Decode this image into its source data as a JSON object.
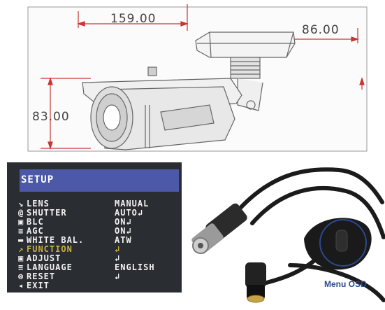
{
  "drawing": {
    "width_dim": "159.00",
    "depth_dim": "86.00",
    "height_dim": "83.00"
  },
  "osd": {
    "title": "SETUP",
    "rows": [
      {
        "icon": "↘",
        "label": "LENS",
        "value": "MANUAL"
      },
      {
        "icon": "@",
        "label": "SHUTTER",
        "value": "AUTO↲"
      },
      {
        "icon": "▣",
        "label": "BLC",
        "value": "ON↲"
      },
      {
        "icon": "≡",
        "label": "AGC",
        "value": "ON↲"
      },
      {
        "icon": "▬",
        "label": "WHITE BAL.",
        "value": "ATW"
      },
      {
        "icon": "↗",
        "label": "FUNCTION",
        "value": "↲"
      },
      {
        "icon": "▣",
        "label": "ADJUST",
        "value": "↲"
      },
      {
        "icon": "≡",
        "label": "LANGUAGE",
        "value": "ENGLISH"
      },
      {
        "icon": "⊗",
        "label": "RESET",
        "value": "↲"
      },
      {
        "icon": "◂",
        "label": "EXIT",
        "value": ""
      }
    ],
    "selected_index": 5
  },
  "cable": {
    "menu_label": "Menu OSD"
  },
  "colors": {
    "osd_background": "#2a2d31",
    "osd_title_bar": "#4b59a8",
    "osd_selected": "#c9b23e",
    "menu_label": "#2a4a8c"
  }
}
